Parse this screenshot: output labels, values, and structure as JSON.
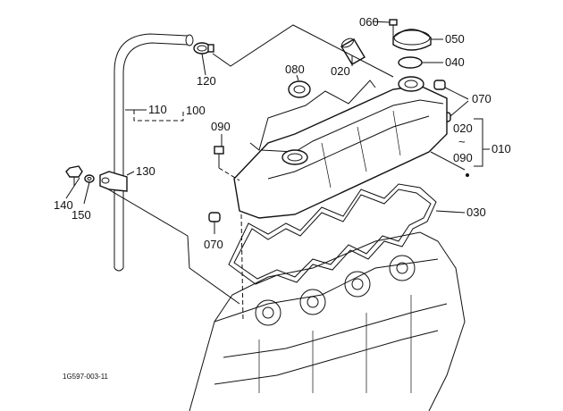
{
  "callouts": {
    "c060": "060",
    "c050": "050",
    "c040": "040",
    "c020a": "020",
    "c080": "080",
    "c120": "120",
    "c110": "110",
    "c100": "100",
    "c070a": "070",
    "c020b": "020",
    "c010": "010",
    "c090a": "090",
    "c090b": "090",
    "c130": "130",
    "c140": "140",
    "c150": "150",
    "c030": "030",
    "c070b": "070",
    "tilde": "~"
  },
  "figure_code": "1G597-003-11"
}
